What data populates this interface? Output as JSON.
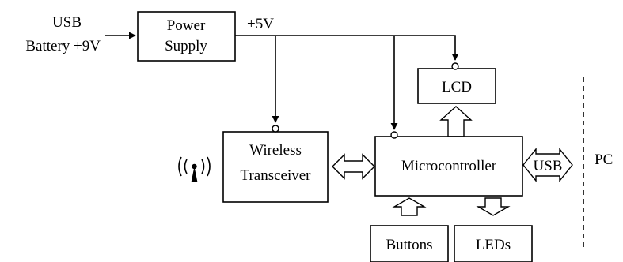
{
  "inputs": {
    "usb": "USB",
    "battery": "Battery +9V"
  },
  "power_supply": {
    "line1": "Power",
    "line2": "Supply"
  },
  "rail_label": "+5V",
  "lcd": "LCD",
  "wireless": {
    "line1": "Wireless",
    "line2": "Transceiver"
  },
  "microcontroller": "Microcontroller",
  "usb_port": "USB",
  "pc": "PC",
  "buttons": "Buttons",
  "leds": "LEDs"
}
